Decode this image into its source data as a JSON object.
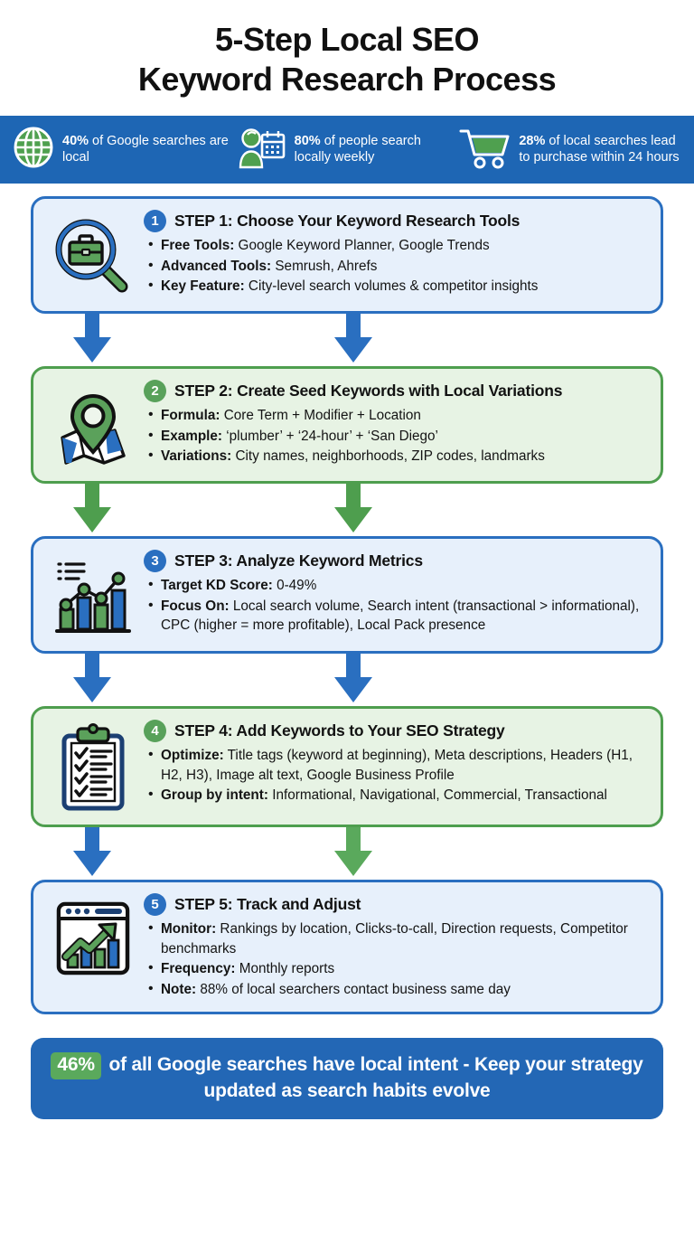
{
  "title": {
    "line1": "5-Step Local SEO",
    "line2": "Keyword Research Process"
  },
  "stats_bar": {
    "background_color": "#1e66b4",
    "items": [
      {
        "icon": "globe-icon",
        "value": "40%",
        "text": " of Google searches are local"
      },
      {
        "icon": "person-calendar-icon",
        "value": "80%",
        "text": " of people search locally weekly"
      },
      {
        "icon": "shopping-cart-icon",
        "value": "28%",
        "text": " of local searches lead to purchase within 24 hours"
      }
    ]
  },
  "steps": [
    {
      "number": "1",
      "icon": "briefcase-magnifier-icon",
      "title": "STEP 1: Choose Your Keyword Research Tools",
      "accent": "blue",
      "border_color": "#2a6fc0",
      "fill_color": "#e7f0fb",
      "bullets": [
        {
          "label": "Free Tools:",
          "text": " Google Keyword Planner, Google Trends"
        },
        {
          "label": "Advanced Tools:",
          "text": " Semrush, Ahrefs"
        },
        {
          "label": "Key Feature:",
          "text": " City-level search volumes & competitor insights"
        }
      ]
    },
    {
      "number": "2",
      "icon": "map-pin-icon",
      "title": "STEP 2: Create Seed Keywords with Local Variations",
      "accent": "green",
      "border_color": "#4e9e4e",
      "fill_color": "#e7f3e4",
      "bullets": [
        {
          "label": "Formula:",
          "text": " Core Term + Modifier + Location"
        },
        {
          "label": "Example:",
          "text": " ‘plumber’ + ‘24-hour’ + ‘San Diego’"
        },
        {
          "label": "Variations:",
          "text": " City names, neighborhoods, ZIP codes, landmarks"
        }
      ]
    },
    {
      "number": "3",
      "icon": "bar-chart-trend-icon",
      "title": "STEP 3: Analyze Keyword Metrics",
      "accent": "blue",
      "border_color": "#2a6fc0",
      "fill_color": "#e7f0fb",
      "bullets": [
        {
          "label": "Target KD Score:",
          "text": " 0-49%"
        },
        {
          "label": "Focus On:",
          "text": " Local search volume, Search intent (transactional > informational), CPC (higher = more profitable), Local Pack presence"
        }
      ]
    },
    {
      "number": "4",
      "icon": "clipboard-checklist-icon",
      "title": "STEP 4: Add Keywords to Your SEO Strategy",
      "accent": "green",
      "border_color": "#4e9e4e",
      "fill_color": "#e7f3e4",
      "bullets": [
        {
          "label": "Optimize:",
          "text": " Title tags (keyword at beginning), Meta descriptions, Headers (H1, H2, H3), Image alt text, Google Business Profile"
        },
        {
          "label": "Group by intent:",
          "text": " Informational, Navigational, Commercial, Transactional"
        }
      ]
    },
    {
      "number": "5",
      "icon": "browser-growth-chart-icon",
      "title": "STEP 5: Track and Adjust",
      "accent": "blue",
      "border_color": "#2a6fc0",
      "fill_color": "#e7f0fb",
      "bullets": [
        {
          "label": "Monitor:",
          "text": " Rankings by location, Clicks-to-call, Direction requests, Competitor benchmarks"
        },
        {
          "label": "Frequency:",
          "text": " Monthly reports"
        },
        {
          "label": "Note:",
          "text": " 88% of local searchers contact business same day"
        }
      ]
    }
  ],
  "connectors": [
    {
      "left_color": "#2a6fc0",
      "right_color": "#2a6fc0"
    },
    {
      "left_color": "#4e9e4e",
      "right_color": "#4e9e4e"
    },
    {
      "left_color": "#2a6fc0",
      "right_color": "#2a6fc0"
    },
    {
      "left_color": "#2a6fc0",
      "right_color": "#5aa95c"
    }
  ],
  "footer": {
    "percent": "46%",
    "text": " of all Google searches have local intent - Keep your strategy updated as search habits evolve",
    "background_color": "#2367b5",
    "chip_color": "#5aa95c"
  }
}
